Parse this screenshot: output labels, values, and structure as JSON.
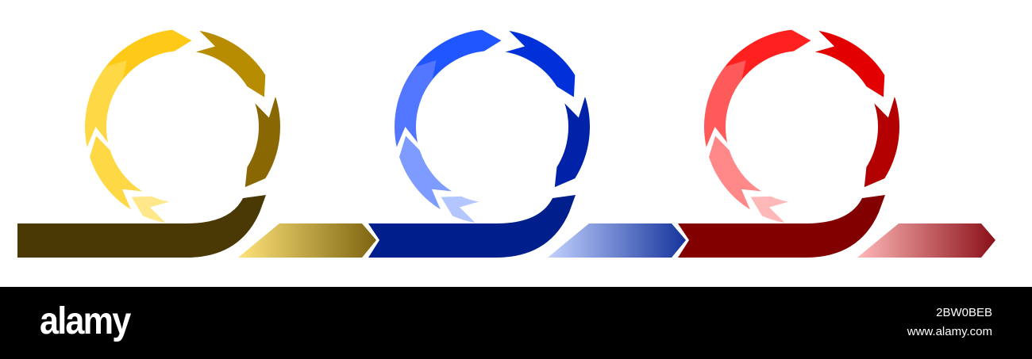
{
  "diagram": {
    "units": [
      {
        "name": "yellow",
        "arc_colors": [
          "#ffc917",
          "#b78c00",
          "#896804",
          "#ffd845",
          "#ffd845",
          "#ffe88a"
        ],
        "tail_color": "#4a3905",
        "arrow_gradient": [
          "#ffe37a",
          "#7d6410"
        ]
      },
      {
        "name": "blue",
        "arc_colors": [
          "#1f56ff",
          "#0031d8",
          "#0022a8",
          "#5276ff",
          "#7e9bff",
          "#b4c6ff"
        ],
        "tail_color": "#001f8c",
        "arrow_gradient": [
          "#c2d2ff",
          "#16349c"
        ]
      },
      {
        "name": "red",
        "arc_colors": [
          "#ff2020",
          "#e20000",
          "#b30000",
          "#ff5a5a",
          "#ff8888",
          "#ffb8b8"
        ],
        "tail_color": "#820000",
        "arrow_gradient": [
          "#ffb8b8",
          "#8a1018"
        ]
      }
    ]
  },
  "footer": {
    "brand": "alamy",
    "image_id": "2BW0BEB",
    "url": "www.alamy.com"
  }
}
